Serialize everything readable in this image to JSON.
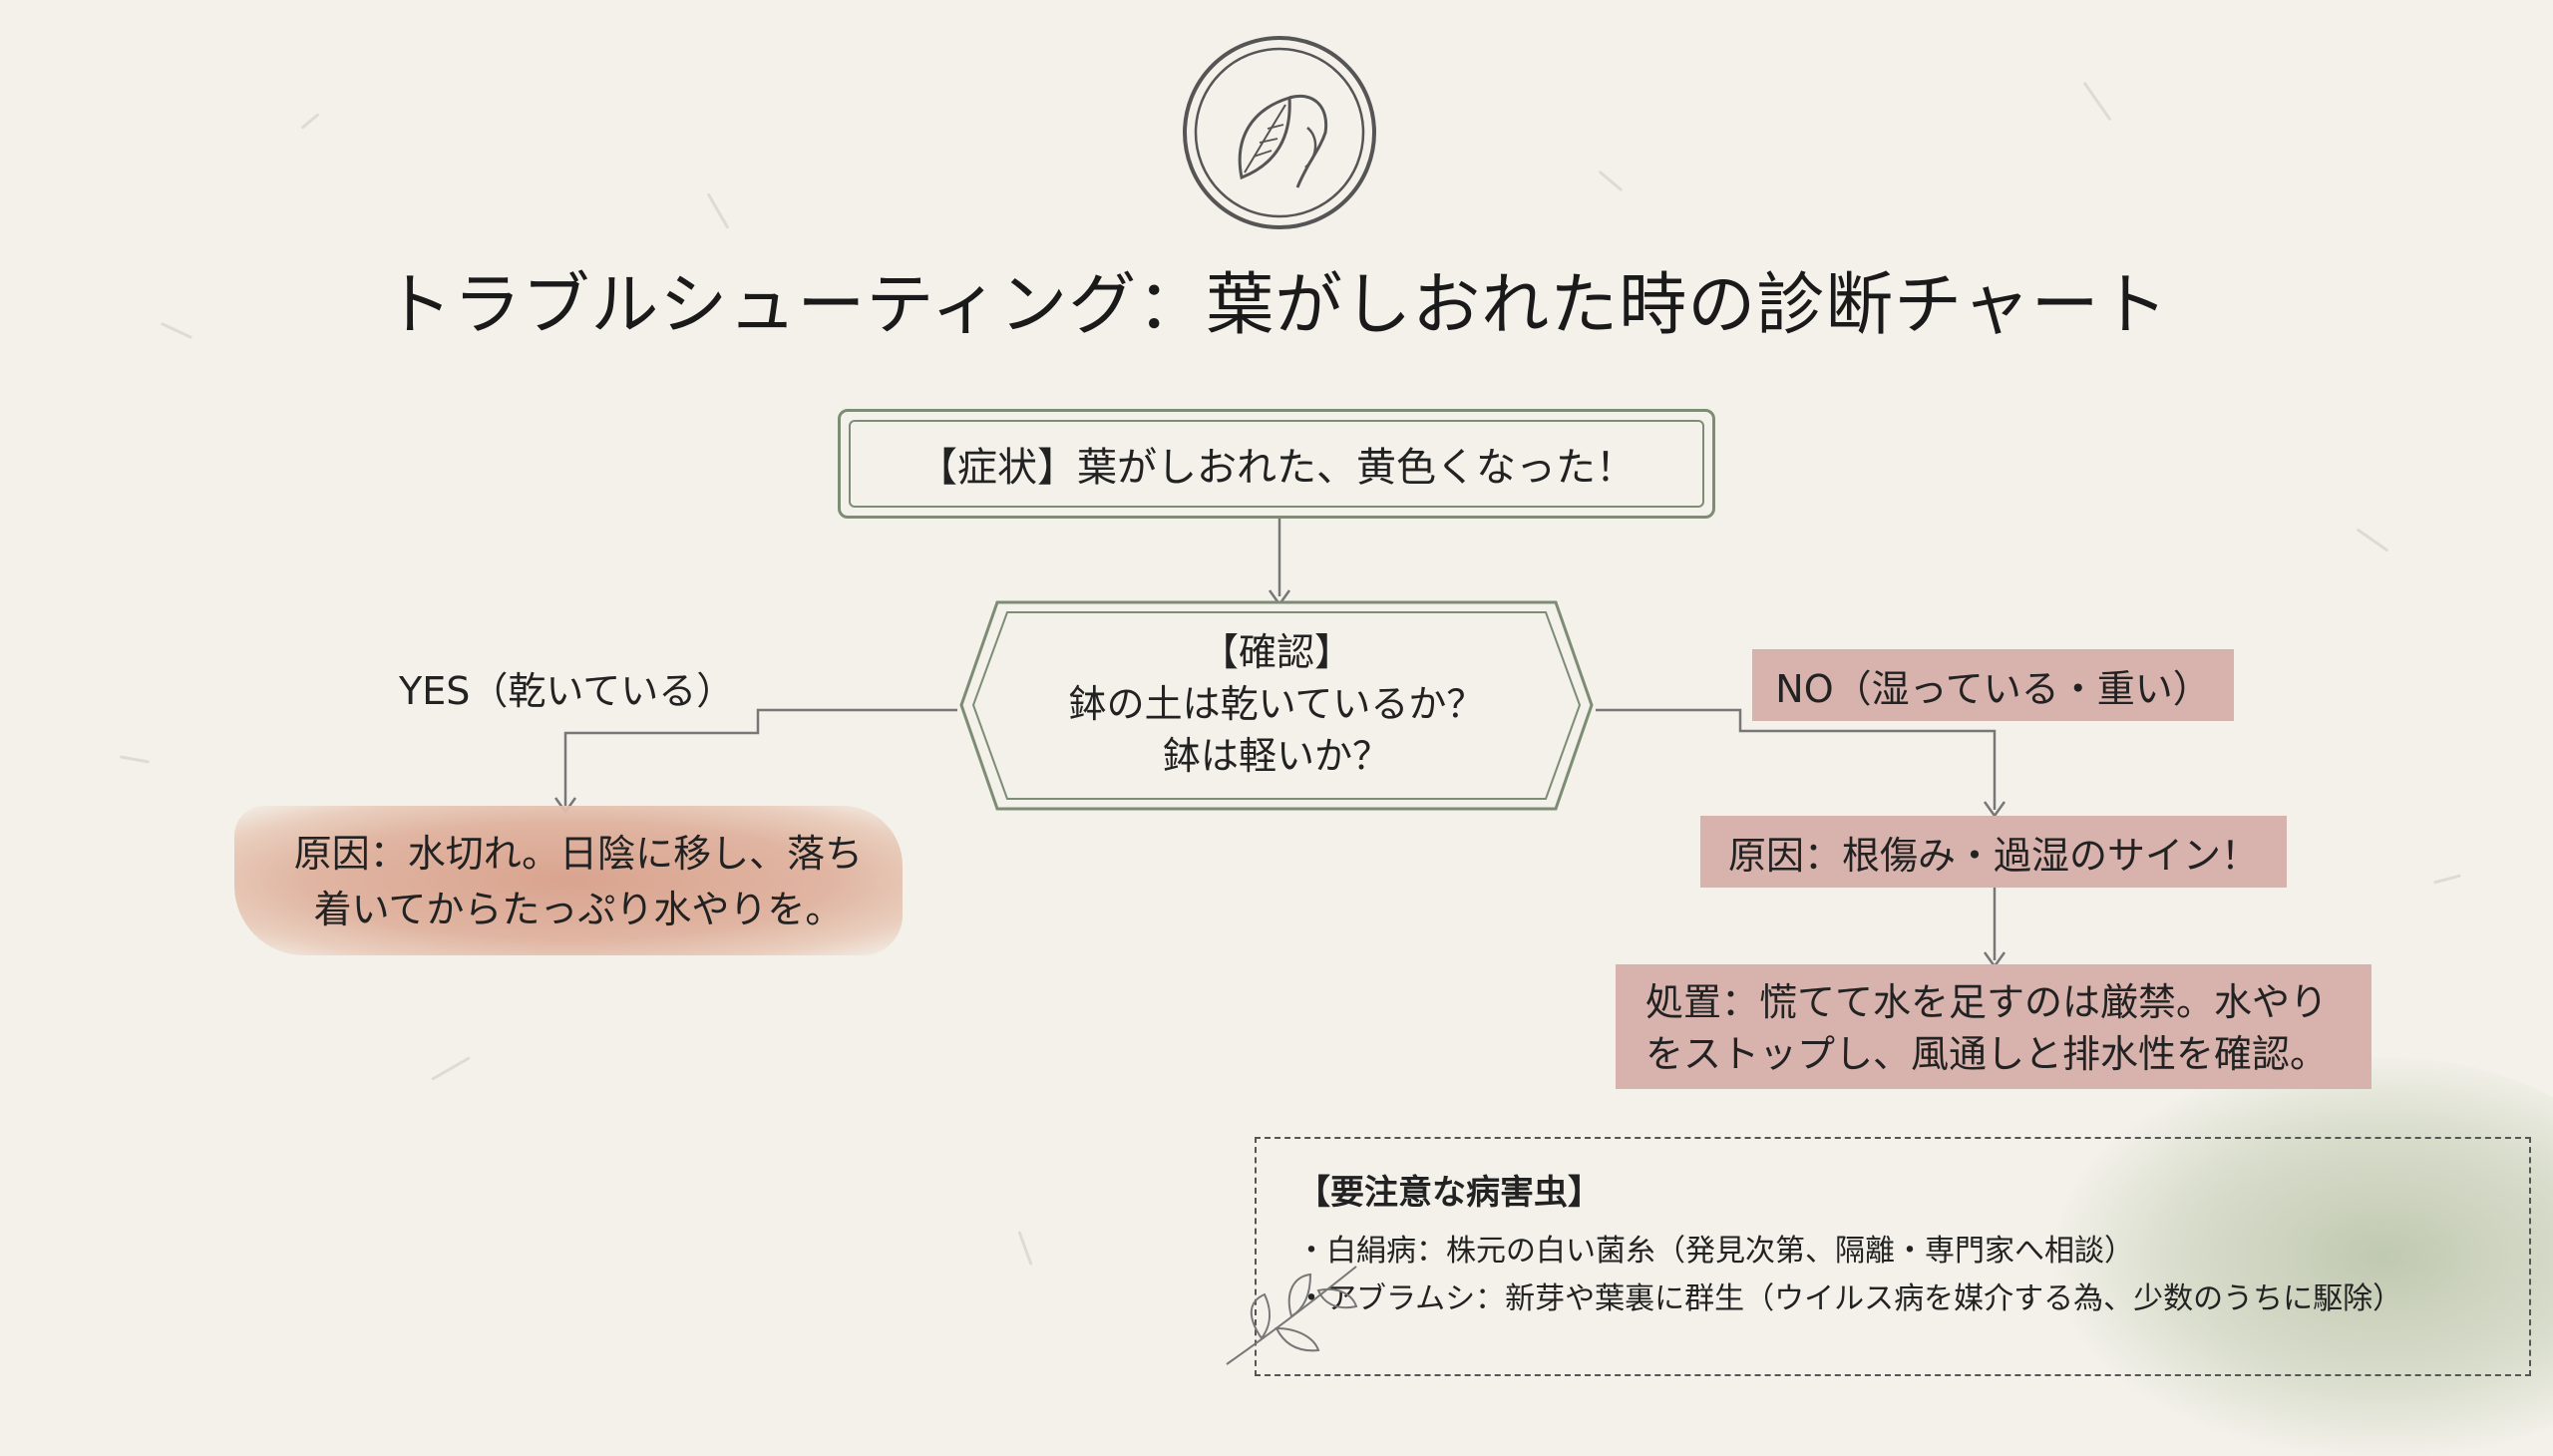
{
  "title": "トラブルシューティング：葉がしおれた時の診断チャート",
  "symptom": "【症状】葉がしおれた、黄色くなった！",
  "check": {
    "heading": "【確認】",
    "line1": "鉢の土は乾いているか？",
    "line2": "鉢は軽いか？"
  },
  "branch_yes": {
    "label": "YES（乾いている）",
    "cause_line1": "原因：水切れ。日陰に移し、落ち",
    "cause_line2": "着いてからたっぷり水やりを。"
  },
  "branch_no": {
    "label": "NO（湿っている・重い）",
    "cause": "原因：根傷み・過湿のサイン！",
    "action_line1": "処置：慌てて水を足すのは厳禁。水やり",
    "action_line2": "をストップし、風通しと排水性を確認。"
  },
  "pests": {
    "title": "【要注意な病害虫】",
    "items": [
      "・白絹病：株元の白い菌糸（発見次第、隔離・専門家へ相談）",
      "・アブラムシ：新芽や葉裏に群生（ウイルス病を媒介する為、少数のうちに駆除）"
    ]
  },
  "icons": [
    "leaf-emblem-icon",
    "arrow-down-icon",
    "sprig-icon"
  ],
  "colors": {
    "frame_green": "#7d8c74",
    "box_pink": "#d8b2ac",
    "wash_terracotta": "#d9a48f",
    "background": "#f3f1ea"
  }
}
